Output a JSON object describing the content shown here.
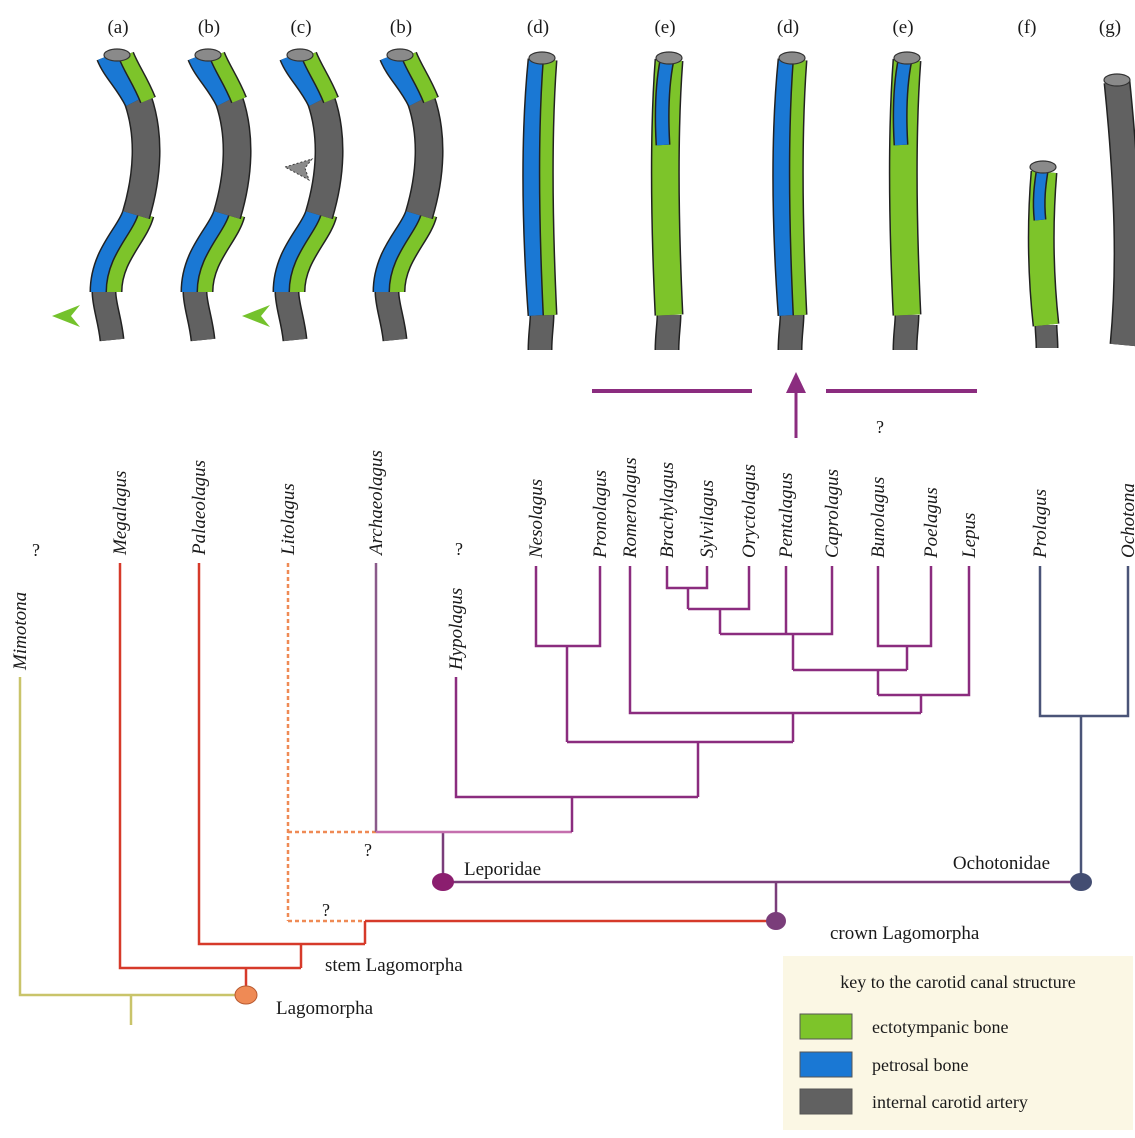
{
  "panel_labels": [
    "(a)",
    "(b)",
    "(c)",
    "(b)",
    "(d)",
    "(e)",
    "(d)",
    "(e)",
    "(f)",
    "(g)"
  ],
  "taxa": [
    {
      "id": "mimotona",
      "name": "Mimotona",
      "query": "?"
    },
    {
      "id": "megalagus",
      "name": "Megalagus"
    },
    {
      "id": "palaeolagus",
      "name": "Palaeolagus"
    },
    {
      "id": "litolagus",
      "name": "Litolagus"
    },
    {
      "id": "archaeolagus",
      "name": "Archaeolagus"
    },
    {
      "id": "hypolagus",
      "name": "Hypolagus",
      "query": "?"
    },
    {
      "id": "nesolagus",
      "name": "Nesolagus"
    },
    {
      "id": "pronolagus",
      "name": "Pronolagus"
    },
    {
      "id": "romerolagus",
      "name": "Romerolagus"
    },
    {
      "id": "brachylagus",
      "name": "Brachylagus"
    },
    {
      "id": "sylvilagus",
      "name": "Sylvilagus"
    },
    {
      "id": "oryctolagus",
      "name": "Oryctolagus"
    },
    {
      "id": "pentalagus",
      "name": "Pentalagus"
    },
    {
      "id": "caprolagus",
      "name": "Caprolagus"
    },
    {
      "id": "bunolagus",
      "name": "Bunolagus",
      "query": "?"
    },
    {
      "id": "poelagus",
      "name": "Poelagus"
    },
    {
      "id": "lepus",
      "name": "Lepus"
    },
    {
      "id": "prolagus",
      "name": "Prolagus"
    },
    {
      "id": "ochotona",
      "name": "Ochotona"
    }
  ],
  "clades": {
    "leporidae": "Leporidae",
    "ochotonidae": "Ochotonidae",
    "crown": "crown Lagomorpha",
    "stem": "stem Lagomorpha",
    "lagomorpha": "Lagomorpha"
  },
  "uncertain_marks": [
    "?",
    "?"
  ],
  "key": {
    "title": "key to the carotid canal structure",
    "items": [
      {
        "label": "ectotympanic bone",
        "color": "#7dc42a"
      },
      {
        "label": "petrosal bone",
        "color": "#1a78d4"
      },
      {
        "label": "internal carotid artery",
        "color": "#616161"
      }
    ]
  },
  "colors": {
    "stem_red": "#d63a2a",
    "litolagus_orange": "#ef8a55",
    "leporid_purple": "#8b2c7f",
    "crown_purple": "#7a3d7a",
    "ochotonid_slate": "#4a5478",
    "mimotona_olive": "#c9c46a",
    "lagomorpha_node": "#ef8a55",
    "archaeolagus_pink": "#c56fae",
    "arrowhead_green": "#74c22c"
  }
}
